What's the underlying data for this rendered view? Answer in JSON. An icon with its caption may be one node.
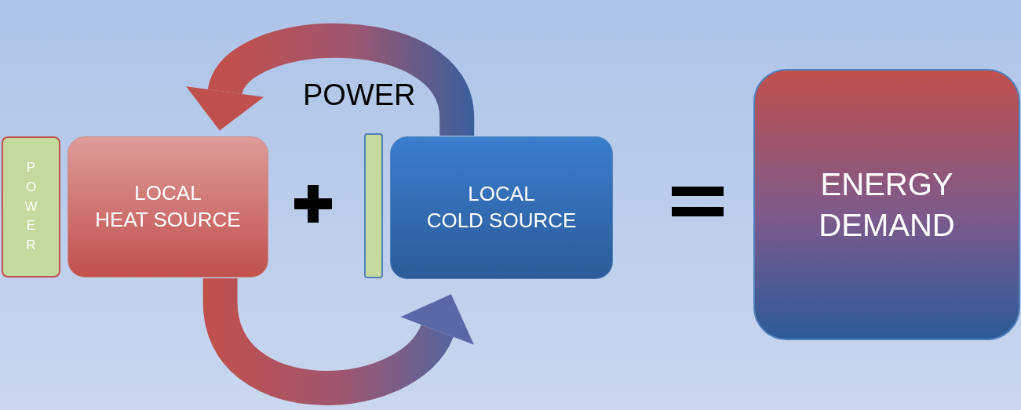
{
  "diagram": {
    "nodes": [
      {
        "text": [
          "POWER"
        ]
      },
      {
        "text": [
          "LOCAL HEAT SOURCE"
        ]
      },
      {
        "text": [],
        "shape": "bar"
      },
      {
        "text": [
          "LOCAL COLD SOURCE"
        ]
      },
      {
        "text": [
          "ENERGY DEMAND"
        ]
      }
    ],
    "edges": [
      {
        "from": 3,
        "to": 1,
        "arrow": "to"
      },
      {
        "from": 1,
        "to": 3,
        "arrow": "to"
      }
    ],
    "labels": [
      "POWER"
    ]
  }
}
